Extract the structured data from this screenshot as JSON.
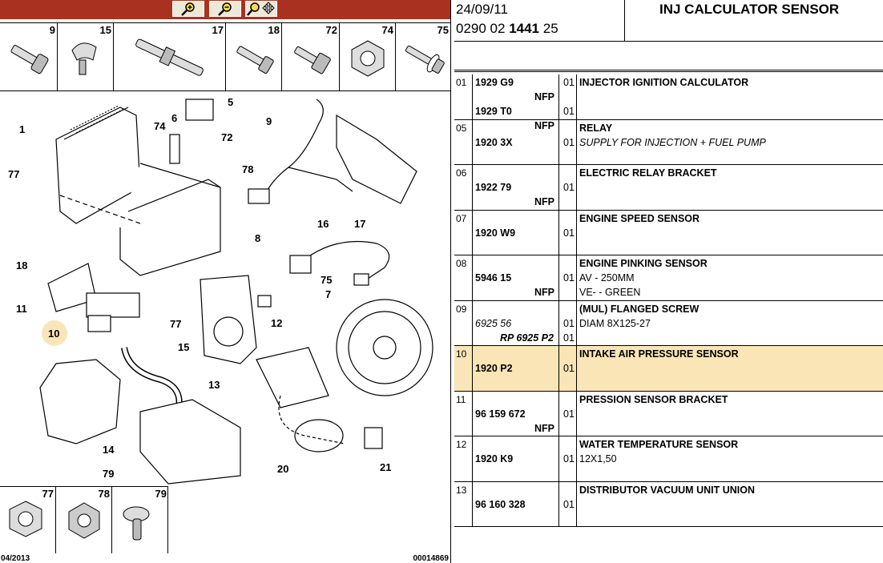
{
  "toolbar": {
    "buttons": [
      "zoom-in-icon",
      "zoom-out-icon",
      "zoom-move-icon"
    ]
  },
  "thumbs_top": [
    "9",
    "15",
    "17",
    "18",
    "72",
    "74",
    "75"
  ],
  "thumbs_bottom": [
    "77",
    "78",
    "79"
  ],
  "diagram": {
    "callouts": [
      "1",
      "77",
      "74",
      "6",
      "5",
      "72",
      "9",
      "78",
      "8",
      "16",
      "17",
      "18",
      "11",
      "10",
      "77",
      "15",
      "75",
      "7",
      "12",
      "13",
      "14",
      "79",
      "20",
      "21"
    ],
    "footer_left": "04/2013",
    "footer_right": "00014869"
  },
  "header": {
    "date": "24/09/11",
    "ref_prefix": "0290 02 ",
    "ref_bold": "1441",
    "ref_suffix": " 25",
    "title": "INJ CALCULATOR SENSOR"
  },
  "rows": [
    {
      "no": "01",
      "lines": [
        {
          "pn": "1929 G9",
          "qty": "01",
          "desc": "INJECTOR IGNITION CALCULATOR"
        },
        {
          "nfp": "NFP"
        },
        {
          "pn": "1929 T0",
          "qty": "01"
        },
        {
          "nfp": "NFP"
        }
      ]
    },
    {
      "no": "05",
      "lines": [
        {
          "desc": "RELAY"
        },
        {
          "pn": "1920 3X",
          "qty": "01",
          "desc_i": "SUPPLY FOR INJECTION + FUEL PUMP"
        }
      ]
    },
    {
      "no": "06",
      "lines": [
        {
          "desc": "ELECTRIC RELAY BRACKET"
        },
        {
          "pn": "1922 79",
          "qty": "01"
        },
        {
          "nfp": "NFP"
        }
      ]
    },
    {
      "no": "07",
      "lines": [
        {
          "desc": "ENGINE SPEED SENSOR"
        },
        {
          "pn": "1920 W9",
          "qty": "01"
        }
      ]
    },
    {
      "no": "08",
      "lines": [
        {
          "desc": "ENGINE PINKING SENSOR"
        },
        {
          "pn": "5946 15",
          "qty": "01",
          "desc_n": "AV - 250MM"
        },
        {
          "nfp": "NFP",
          "desc_n": "VE- - GREEN"
        }
      ]
    },
    {
      "no": "09",
      "lines": [
        {
          "desc": "(MUL) FLANGED SCREW"
        },
        {
          "pn_i": "6925 56",
          "qty": "01",
          "desc_n": "DIAM 8X125-27"
        },
        {
          "rp": "RP 6925 P2",
          "qty": "01"
        }
      ]
    },
    {
      "no": "10",
      "sel": true,
      "lines": [
        {
          "desc": "INTAKE AIR PRESSURE SENSOR"
        },
        {
          "pn": "1920 P2",
          "qty": "01"
        }
      ]
    },
    {
      "no": "11",
      "lines": [
        {
          "desc": "PRESSION SENSOR BRACKET"
        },
        {
          "pn": "96 159 672",
          "qty": "01"
        },
        {
          "nfp": "NFP"
        }
      ]
    },
    {
      "no": "12",
      "lines": [
        {
          "desc": "WATER TEMPERATURE SENSOR"
        },
        {
          "pn": "1920 K9",
          "qty": "01",
          "desc_n": "12X1,50"
        }
      ]
    },
    {
      "no": "13",
      "lines": [
        {
          "desc": "DISTRIBUTOR VACUUM UNIT UNION"
        },
        {
          "pn": "96 160 328",
          "qty": "01"
        }
      ]
    }
  ]
}
